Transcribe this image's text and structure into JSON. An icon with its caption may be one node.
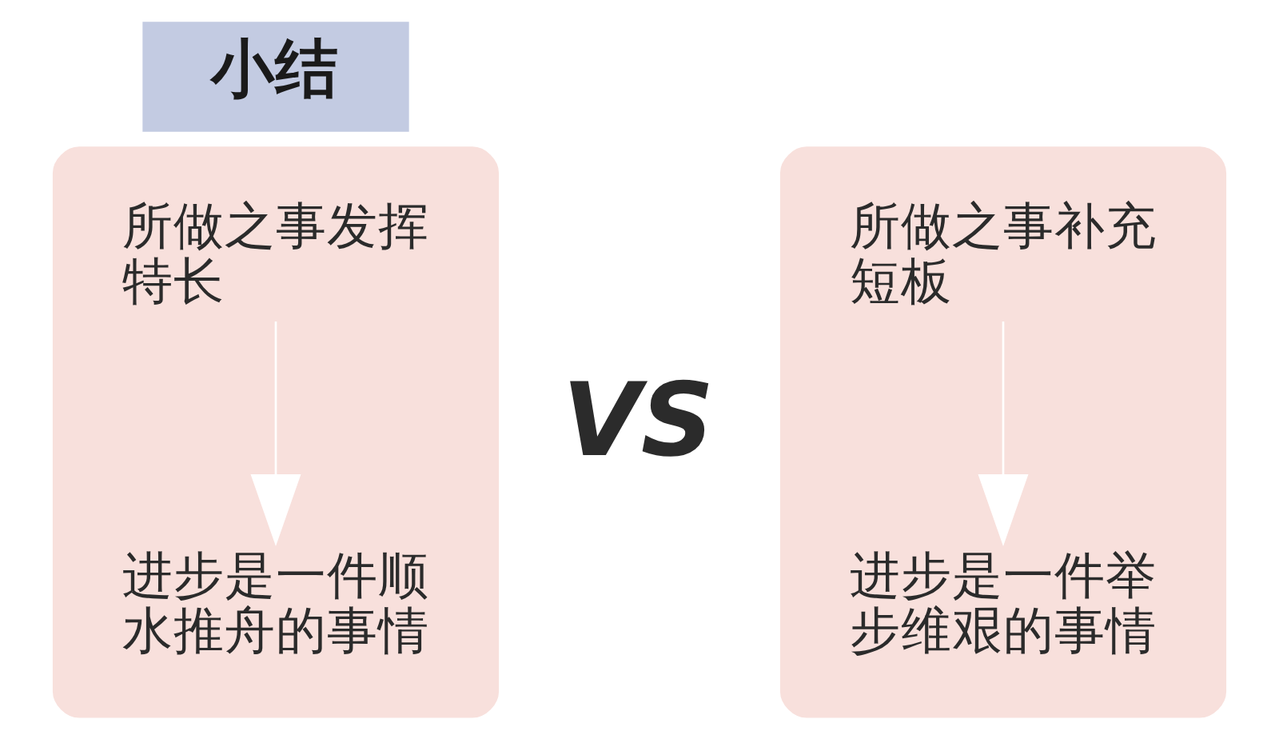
{
  "diagram": {
    "nodes": [
      {
        "text": [
          "小结"
        ]
      },
      {
        "text": [],
        "shape": "box"
      },
      {
        "text": [
          "所做之事发挥特长"
        ],
        "in": 1
      },
      {
        "text": [
          "进步是一件顺水推舟的事情"
        ],
        "in": 1
      },
      {
        "text": [],
        "shape": "box"
      },
      {
        "text": [
          "所做之事补充短板"
        ],
        "in": 4
      },
      {
        "text": [
          "进步是一件举步维艰的事情"
        ],
        "in": 4
      }
    ],
    "edges": [
      {
        "from": 2,
        "to": 3,
        "arrow": "to"
      },
      {
        "from": 5,
        "to": 6,
        "arrow": "to"
      }
    ],
    "labels": [
      "VS"
    ]
  }
}
